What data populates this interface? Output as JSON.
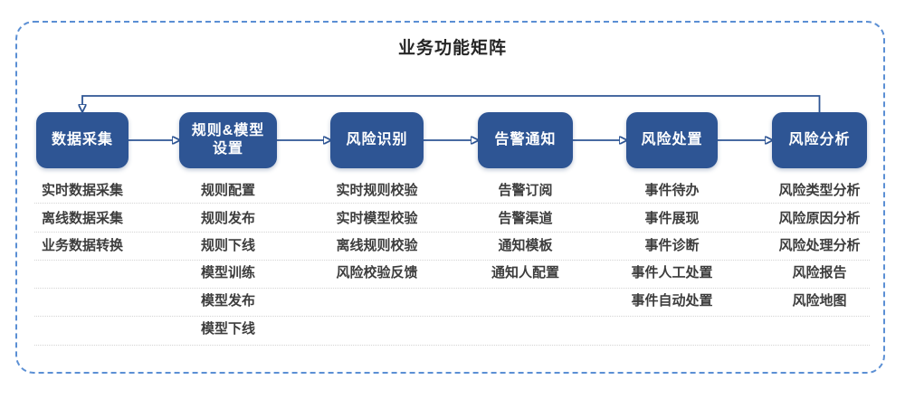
{
  "title": "业务功能矩阵",
  "colors": {
    "node_fill": "#2E5594",
    "node_text": "#FFFFFF",
    "connector": "#2E5594",
    "frame_border": "#5B8FD4",
    "row_divider": "#D4D4D4",
    "item_text": "#3D3D3D",
    "title_text": "#262626"
  },
  "columns": [
    {
      "box_label": "数据采集",
      "items": [
        "实时数据采集",
        "离线数据采集",
        "业务数据转换"
      ]
    },
    {
      "box_label": "规则&模型\n设置",
      "items": [
        "规则配置",
        "规则发布",
        "规则下线",
        "模型训练",
        "模型发布",
        "模型下线"
      ]
    },
    {
      "box_label": "风险识别",
      "items": [
        "实时规则校验",
        "实时模型校验",
        "离线规则校验",
        "风险校验反馈"
      ]
    },
    {
      "box_label": "告警通知",
      "items": [
        "告警订阅",
        "告警渠道",
        "通知模板",
        "通知人配置"
      ]
    },
    {
      "box_label": "风险处置",
      "items": [
        "事件待办",
        "事件展现",
        "事件诊断",
        "事件人工处置",
        "事件自动处置"
      ]
    },
    {
      "box_label": "风险分析",
      "items": [
        "风险类型分析",
        "风险原因分析",
        "风险处理分析",
        "风险报告",
        "风险地图"
      ]
    }
  ]
}
